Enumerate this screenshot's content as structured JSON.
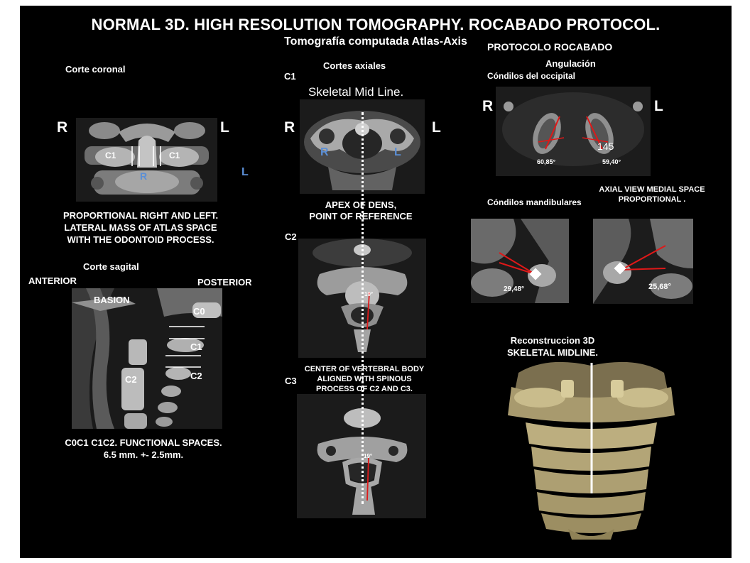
{
  "header": {
    "title": "NORMAL 3D. HIGH RESOLUTION TOMOGRAPHY. ROCABADO PROTOCOL.",
    "subtitle": "Tomografía computada Atlas-Axis"
  },
  "coronal": {
    "heading": "Corte coronal",
    "left_marker": "R",
    "right_marker": "L",
    "outside_marker": "L",
    "c1_left": "C1",
    "c1_right": "C1",
    "r_label": "R",
    "caption": [
      "PROPORTIONAL RIGHT AND LEFT.",
      "LATERAL MASS OF ATLAS SPACE",
      "WITH THE ODONTOID PROCESS."
    ]
  },
  "sagittal": {
    "heading": "Corte sagital",
    "anterior": "ANTERIOR",
    "basion": "BASION",
    "posterior": "POSTERIOR",
    "c0": "C0",
    "c1": "C1",
    "c2_right": "C2",
    "c2_left": "C2",
    "caption": [
      "C0C1 C1C2. FUNCTIONAL SPACES.",
      "6.5 mm. +- 2.5mm."
    ]
  },
  "axial": {
    "heading": "Cortes axiales",
    "c1_label": "C1",
    "skeletal_midline": "Skeletal Mid Line.",
    "left_marker": "R",
    "right_marker": "L",
    "inner_r": "R",
    "inner_l": "L",
    "apex_caption": [
      "APEX OF DENS,",
      "POINT OF REFERENCE"
    ],
    "c2_label": "C2",
    "c2_angle": "19°",
    "center_caption": [
      "CENTER OF VERTEBRAL BODY",
      "ALIGNED WITH SPINOUS",
      "PROCESS OF C2 AND C3."
    ],
    "c3_label": "C3",
    "c3_angle": "19°"
  },
  "protocol": {
    "heading": "PROTOCOLO ROCABADO",
    "angulation": "Angulación",
    "occipital_heading": "Cóndilos del occipital",
    "left_marker": "R",
    "right_marker": "L",
    "number": "145",
    "angle_left": "60,85°",
    "angle_right": "59,40°",
    "mandibular_heading": "Cóndilos mandibulares",
    "medial_caption": [
      "AXIAL VIEW MEDIAL SPACE",
      "PROPORTIONAL ."
    ],
    "mand_angle_left": "29,48°",
    "mand_angle_right": "25,68°"
  },
  "reconstruction": {
    "caption": [
      "Reconstruccion 3D",
      "SKELETAL MIDLINE."
    ]
  },
  "colors": {
    "background": "#000000",
    "text": "#ffffff",
    "accent_blue": "#5b8fd6",
    "measure_red": "#e01818"
  }
}
